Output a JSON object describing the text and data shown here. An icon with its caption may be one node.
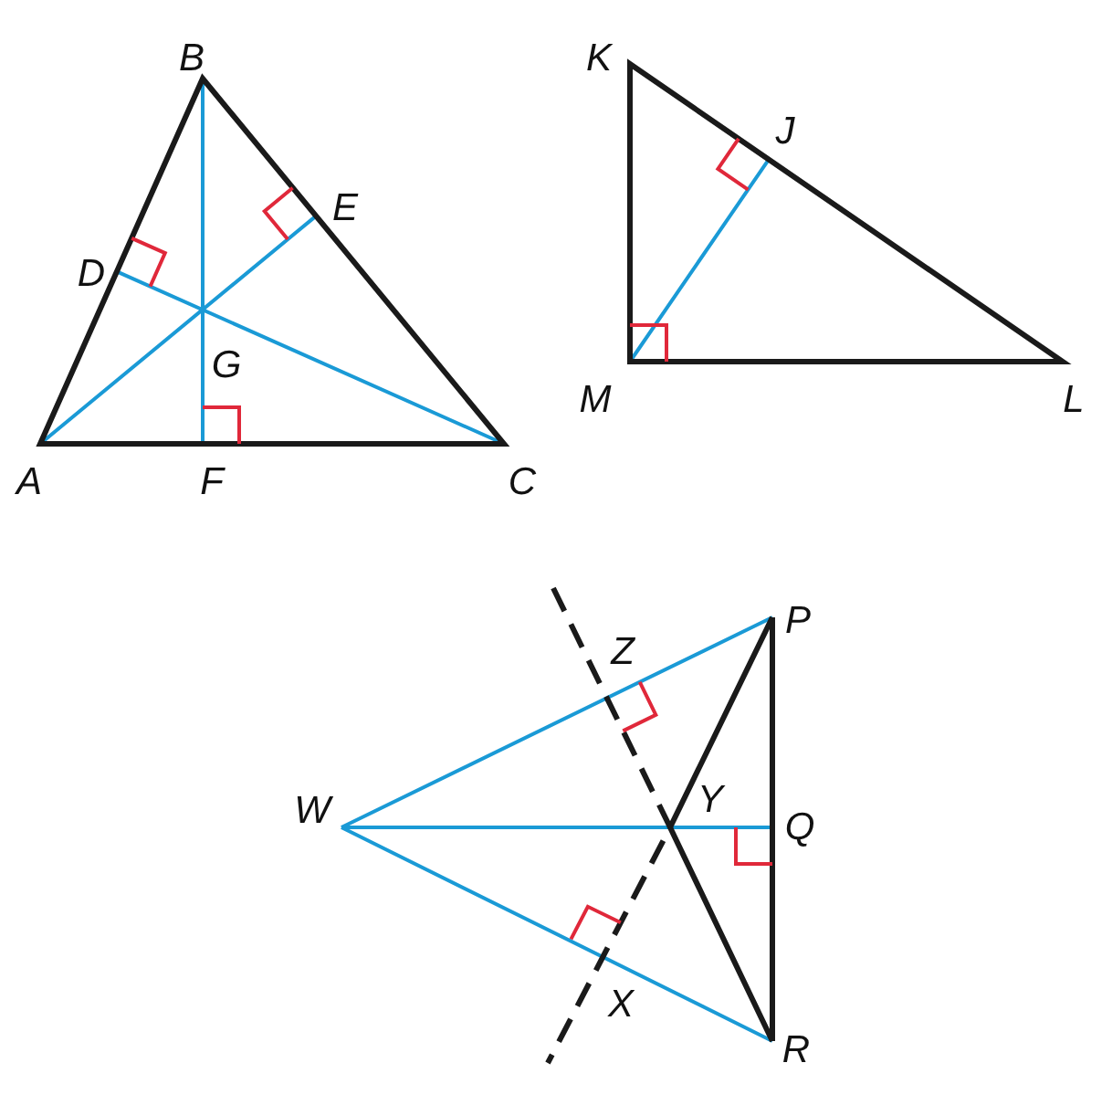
{
  "diagram": {
    "labels": [
      "B",
      "D",
      "E",
      "G",
      "A",
      "F",
      "C",
      "K",
      "J",
      "M",
      "L",
      "P",
      "Z",
      "W",
      "Y",
      "Q",
      "X",
      "R"
    ]
  }
}
